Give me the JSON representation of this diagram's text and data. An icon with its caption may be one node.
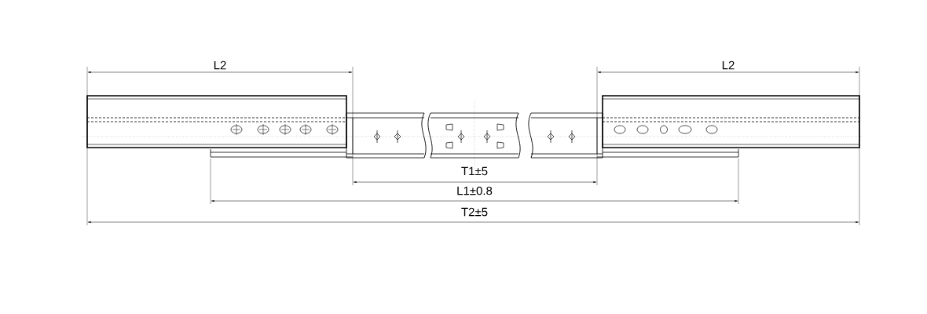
{
  "diagram": {
    "labels": [
      "L2",
      "L2",
      "T1±5",
      "L1±0.8",
      "T2±5"
    ]
  }
}
